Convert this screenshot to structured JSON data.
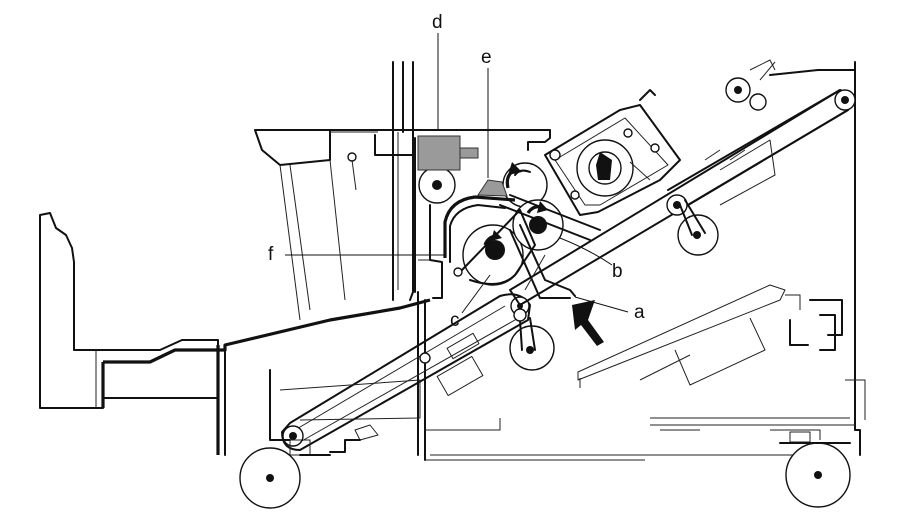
{
  "diagram": {
    "labels": {
      "a": "a",
      "b": "b",
      "c": "c",
      "d": "d",
      "e": "e",
      "f": "f"
    },
    "colors": {
      "line": "#111111",
      "component_fill": "#9a9a9a",
      "background": "#ffffff"
    },
    "icons": {
      "feed_direction": "arrow-icon",
      "roller_rotation": "curved-arrow-icon"
    }
  }
}
